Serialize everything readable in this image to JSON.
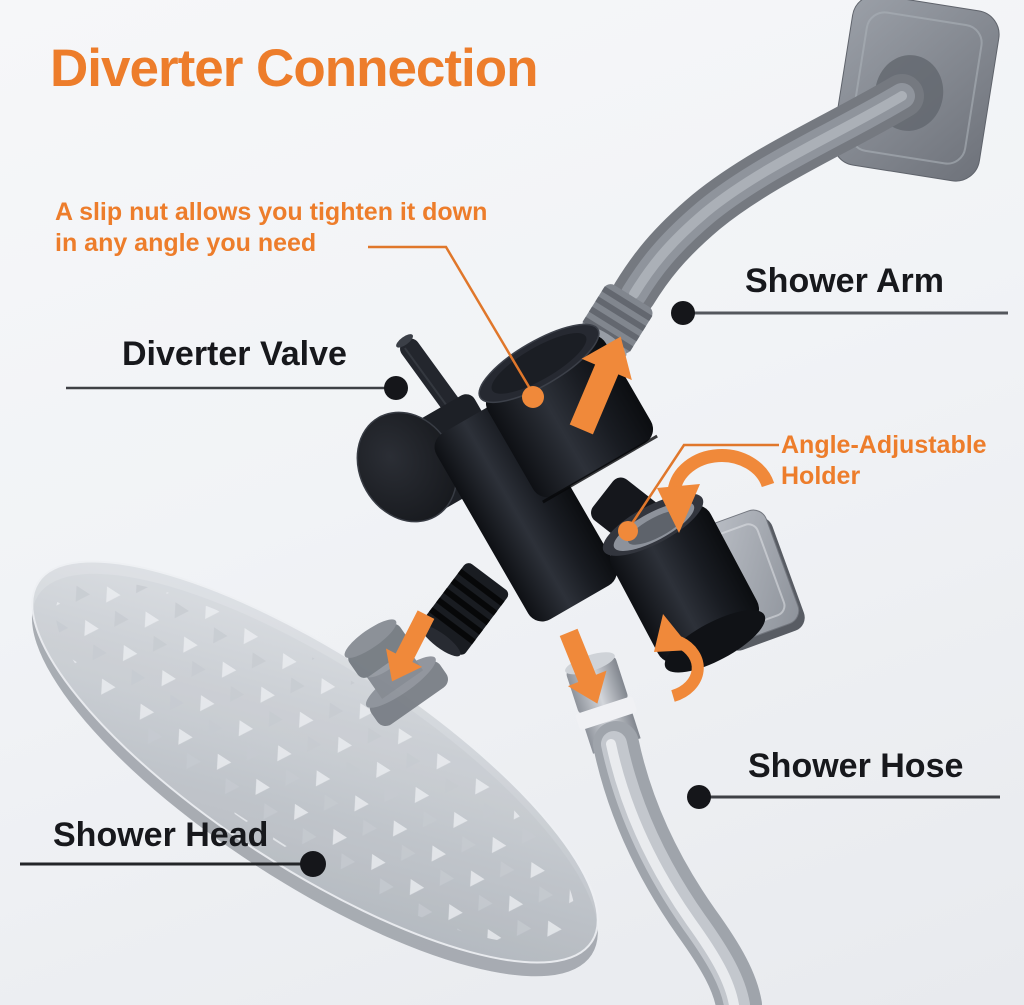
{
  "title": {
    "text": "Diverter Connection"
  },
  "annotations": {
    "slip_nut": {
      "line1": "A slip nut allows you tighten it down",
      "line2": "in any angle you need"
    },
    "holder": {
      "line1": "Angle-Adjustable",
      "line2": "Holder"
    }
  },
  "labels": {
    "shower_arm": "Shower Arm",
    "diverter_valve": "Diverter Valve",
    "shower_hose": "Shower Hose",
    "shower_head": "Shower Head"
  },
  "colors": {
    "accent_orange": "#ed7d2b",
    "arrow_orange": "#f0893a",
    "leader_orange": "#e0772b",
    "label_color": "#17181c",
    "line_color": "#4a4d52"
  }
}
